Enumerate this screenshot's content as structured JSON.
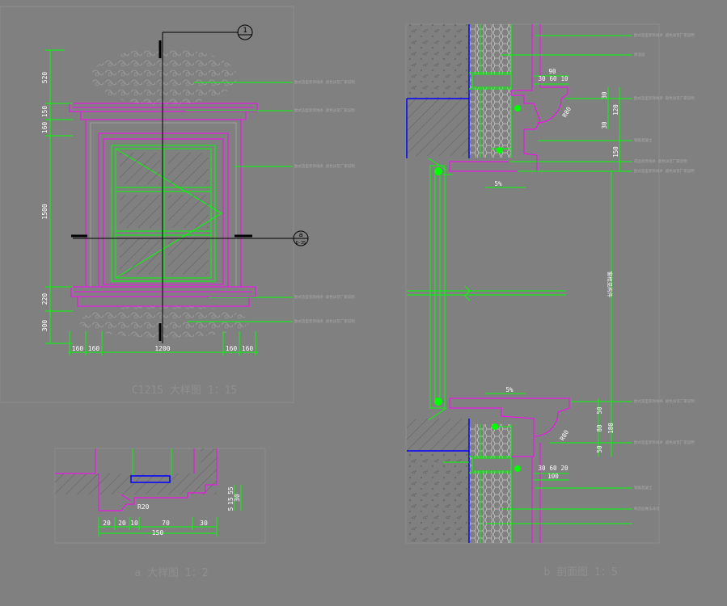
{
  "colors": {
    "background": "#808080",
    "frame": "#8c8c8c",
    "dim": "#00ff00",
    "profile": "#ff00ff",
    "axis": "#000000",
    "hatch": "#5a5a5a",
    "structure": "#0000ff",
    "white": "#ffffff",
    "cyan": "#00ffff"
  },
  "elevation": {
    "title": "C1215 大样图 1：15",
    "section_marker_1": "1",
    "section_marker_2": "a",
    "section_marker_2_sub": "D-35",
    "vertical_dims": [
      "520",
      "150",
      "160",
      "1500",
      "220",
      "300"
    ],
    "horizontal_dims": [
      "160",
      "160",
      "1200",
      "160",
      "160"
    ],
    "notes": [
      "欧式造型装饰线条 颜色详见厂家说明",
      "欧式造型装饰线条 颜色详见厂家说明",
      "欧式造型装饰线条 颜色详见厂家说明",
      "欧式造型装饰线条 颜色详见厂家说明",
      "欧式造型装饰线条 颜色详见厂家说明"
    ]
  },
  "detail_a": {
    "title": "a 大样图 1：2",
    "radius": "R20",
    "bottom_dims": [
      "20",
      "20",
      "10",
      "70",
      "30"
    ],
    "total": "150",
    "side_dims": [
      "5",
      "15",
      "55",
      "30"
    ]
  },
  "section_b": {
    "title": "b 剖面图 1：5",
    "top_dims": [
      "90",
      "30",
      "60",
      "10"
    ],
    "right_dims_top": [
      "30",
      "120",
      "30",
      "150"
    ],
    "radius_top": "R80",
    "width_top": "5%",
    "width_bottom": "5%",
    "vertical_note": "窗框见构件",
    "bottom_dims": [
      "30",
      "60",
      "20",
      "100"
    ],
    "right_dims_bottom": [
      "50",
      "80",
      "180",
      "50"
    ],
    "radius_bottom": "R80",
    "notes": [
      "欧式造型装饰线条 颜色详见厂家说明",
      "保温层",
      "欧式造型装饰线条 颜色详见厂家说明",
      "钢筋混凝土",
      "成品装饰线条 颜色详见厂家说明",
      "欧式造型装饰线条 颜色详见厂家说明",
      "欧式造型装饰线条 颜色详见厂家说明",
      "欧式造型装饰线条 颜色详见厂家说明",
      "钢筋混凝土",
      "构造层做法详见"
    ]
  }
}
